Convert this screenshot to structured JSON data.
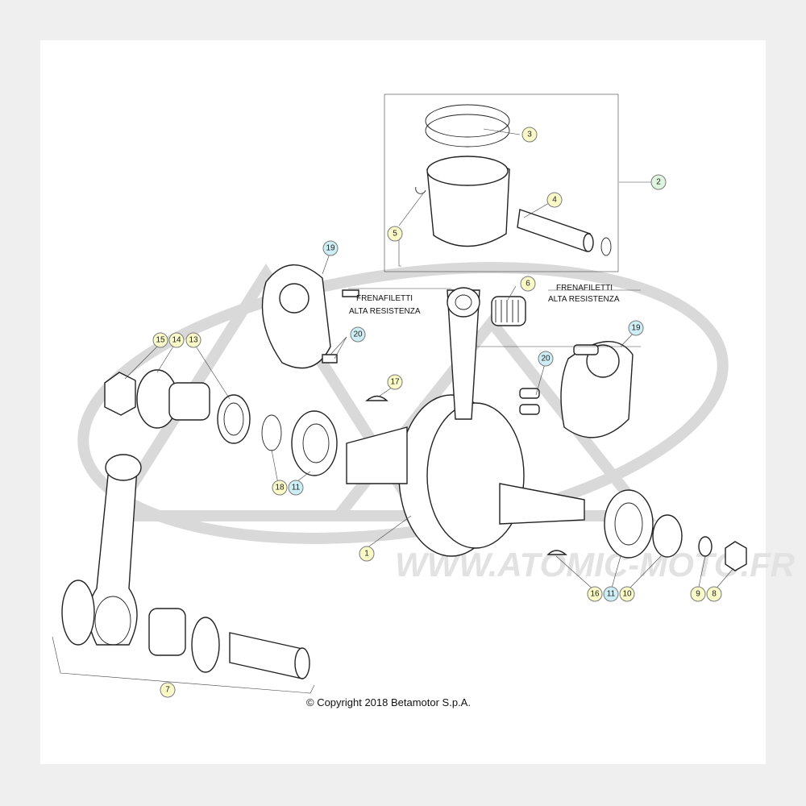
{
  "callouts": [
    {
      "label": "1",
      "fill": "#fafac8"
    },
    {
      "label": "2",
      "fill": "#dff5df"
    },
    {
      "label": "3",
      "fill": "#fafac8"
    },
    {
      "label": "4",
      "fill": "#fafac8"
    },
    {
      "label": "5",
      "fill": "#fafac8"
    },
    {
      "label": "6",
      "fill": "#fafac8"
    },
    {
      "label": "7",
      "fill": "#fafac8"
    },
    {
      "label": "8",
      "fill": "#fafac8"
    },
    {
      "label": "9",
      "fill": "#fafac8"
    },
    {
      "label": "10",
      "fill": "#fafac8"
    },
    {
      "label": "11",
      "fill": "#cdeef5"
    },
    {
      "label": "11",
      "fill": "#cdeef5"
    },
    {
      "label": "13",
      "fill": "#fafac8"
    },
    {
      "label": "14",
      "fill": "#fafac8"
    },
    {
      "label": "15",
      "fill": "#fafac8"
    },
    {
      "label": "16",
      "fill": "#fafac8"
    },
    {
      "label": "17",
      "fill": "#fafac8"
    },
    {
      "label": "18",
      "fill": "#fafac8"
    },
    {
      "label": "19",
      "fill": "#cdeef5"
    },
    {
      "label": "19",
      "fill": "#cdeef5"
    },
    {
      "label": "20",
      "fill": "#cdeef5"
    },
    {
      "label": "20",
      "fill": "#cdeef5"
    }
  ],
  "notes": {
    "left_line1": "FRENAFILETTI",
    "left_line2": "ALTA RESISTENZA",
    "right_line1": "FRENAFILETTI",
    "right_line2": "ALTA RESISTENZA"
  },
  "copyright": "© Copyright 2018 Betamotor S.p.A.",
  "watermark": "WWW.ATOMIC-MOTO.FR",
  "colors": {
    "callout_stroke": "#7a7a7a",
    "line": "#222222",
    "watermark": "#d9d9d9"
  }
}
